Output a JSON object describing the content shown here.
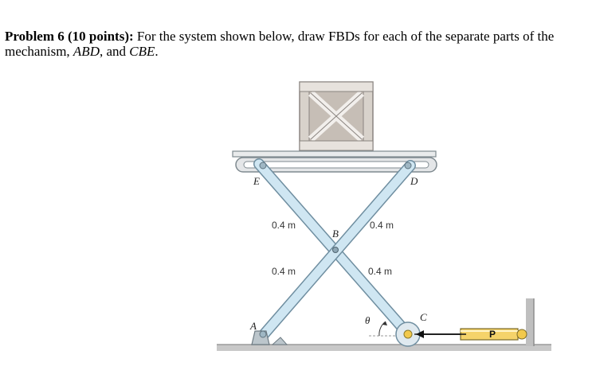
{
  "problem": {
    "heading": "Problem 6 (10 points):",
    "text_part1": " For the system shown below, draw FBDs for each of the separate parts of the mechanism, ",
    "part1": "ABD",
    "text_part2": ", and ",
    "part2": "CBE",
    "text_part3": "."
  },
  "figure": {
    "points": {
      "E": "E",
      "D": "D",
      "B": "B",
      "A": "A",
      "C": "C"
    },
    "dims": {
      "upper_left": "0.4 m",
      "upper_right": "0.4 m",
      "lower_left": "0.4 m",
      "lower_right": "0.4 m"
    },
    "angle": "θ",
    "force": "P"
  },
  "colors": {
    "link_fill": "#cfe6f2",
    "link_stroke": "#6f8ea0",
    "crate_fill": "#d8d2cb",
    "platform_fill": "#e4e6e8",
    "ground": "#bdbdbd"
  }
}
